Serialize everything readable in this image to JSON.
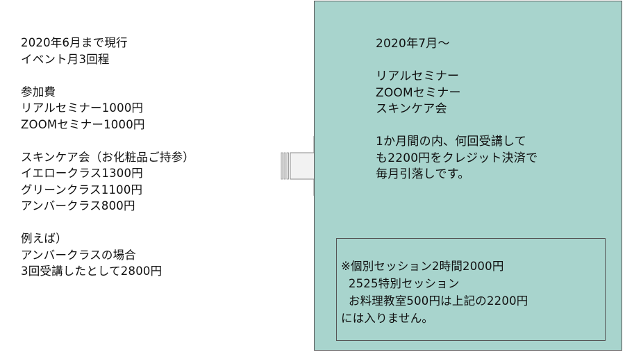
{
  "left": {
    "current_until": "2020年6月まで現行",
    "event_frequency": "イベント月3回程",
    "fee_heading": "参加費",
    "real_seminar_fee": "リアルセミナー1000円",
    "zoom_seminar_fee": "ZOOMセミナー1000円",
    "skincare_heading": "スキンケア会（お化粧品ご持参）",
    "yellow_class": "イエロークラス1300円",
    "green_class": "グリーンクラス1100円",
    "amber_class": "アンバークラス800円",
    "example_heading": "例えば）",
    "example_case": "アンバークラスの場合",
    "example_total": "3回受講したとして2800円"
  },
  "right": {
    "start": "2020年7月～",
    "item_real": "リアルセミナー",
    "item_zoom": "ZOOMセミナー",
    "item_skincare": "スキンケア会",
    "desc_line1": "1か月間の内、何回受講して",
    "desc_line2": "も2200円をクレジット決済で",
    "desc_line3": "毎月引落しです。"
  },
  "note": {
    "line1": "※個別セッション2時間2000円",
    "line2": "  2525特別セッション",
    "line3": "  お料理教室500円は上記の2200円",
    "line4": "には入りません。"
  },
  "colors": {
    "panel_background": "#a8d4cd",
    "border": "#555555",
    "arrow_fill": "#f2f2f2"
  }
}
